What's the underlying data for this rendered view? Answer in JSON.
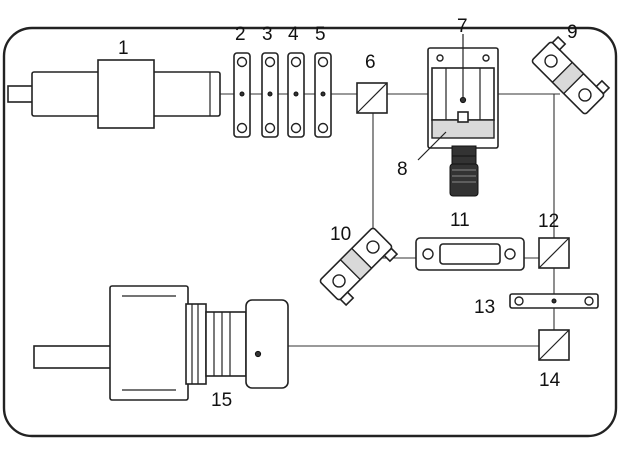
{
  "labels": {
    "c1": "1",
    "c2": "2",
    "c3": "3",
    "c4": "4",
    "c5": "5",
    "c6": "6",
    "c7": "7",
    "c8": "8",
    "c9": "9",
    "c10": "10",
    "c11": "11",
    "c12": "12",
    "c13": "13",
    "c14": "14",
    "c15": "15"
  }
}
